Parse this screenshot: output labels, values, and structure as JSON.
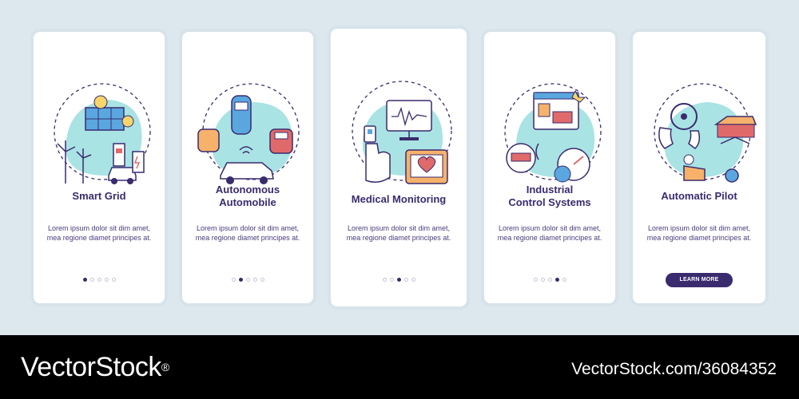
{
  "cards": [
    {
      "title": "Smart Grid",
      "body": "Lorem ipsum dolor sit dim amet, mea regione diamet principes at.",
      "active_dot": 0
    },
    {
      "title": "Autonomous\nAutomobile",
      "body": "Lorem ipsum dolor sit dim amet, mea regione diamet principes at.",
      "active_dot": 1
    },
    {
      "title": "Medical Monitoring",
      "body": "Lorem ipsum dolor sit dim amet, mea regione diamet principes at.",
      "active_dot": 2
    },
    {
      "title": "Industrial\nControl Systems",
      "body": "Lorem ipsum dolor sit dim amet, mea regione diamet principes at.",
      "active_dot": 3
    },
    {
      "title": "Automatic Pilot",
      "body": "Lorem ipsum dolor sit dim amet, mea regione diamet principes at.",
      "button": "LEARN MORE"
    }
  ],
  "icons": [
    "smart-grid-illustration",
    "autonomous-automobile-illustration",
    "medical-monitoring-illustration",
    "industrial-control-illustration",
    "automatic-pilot-illustration"
  ],
  "colors": {
    "background": "#dce8ee",
    "card": "#ffffff",
    "accent": "#3a2b6e",
    "circle": "#a9e3e4",
    "orange": "#f6b26b",
    "red": "#e06a6a",
    "yellow": "#f7d56a",
    "blue": "#5aa7e0"
  },
  "footer": {
    "brand": "VectorStock",
    "registered": "®",
    "credit": "VectorStock.com/36084352"
  }
}
